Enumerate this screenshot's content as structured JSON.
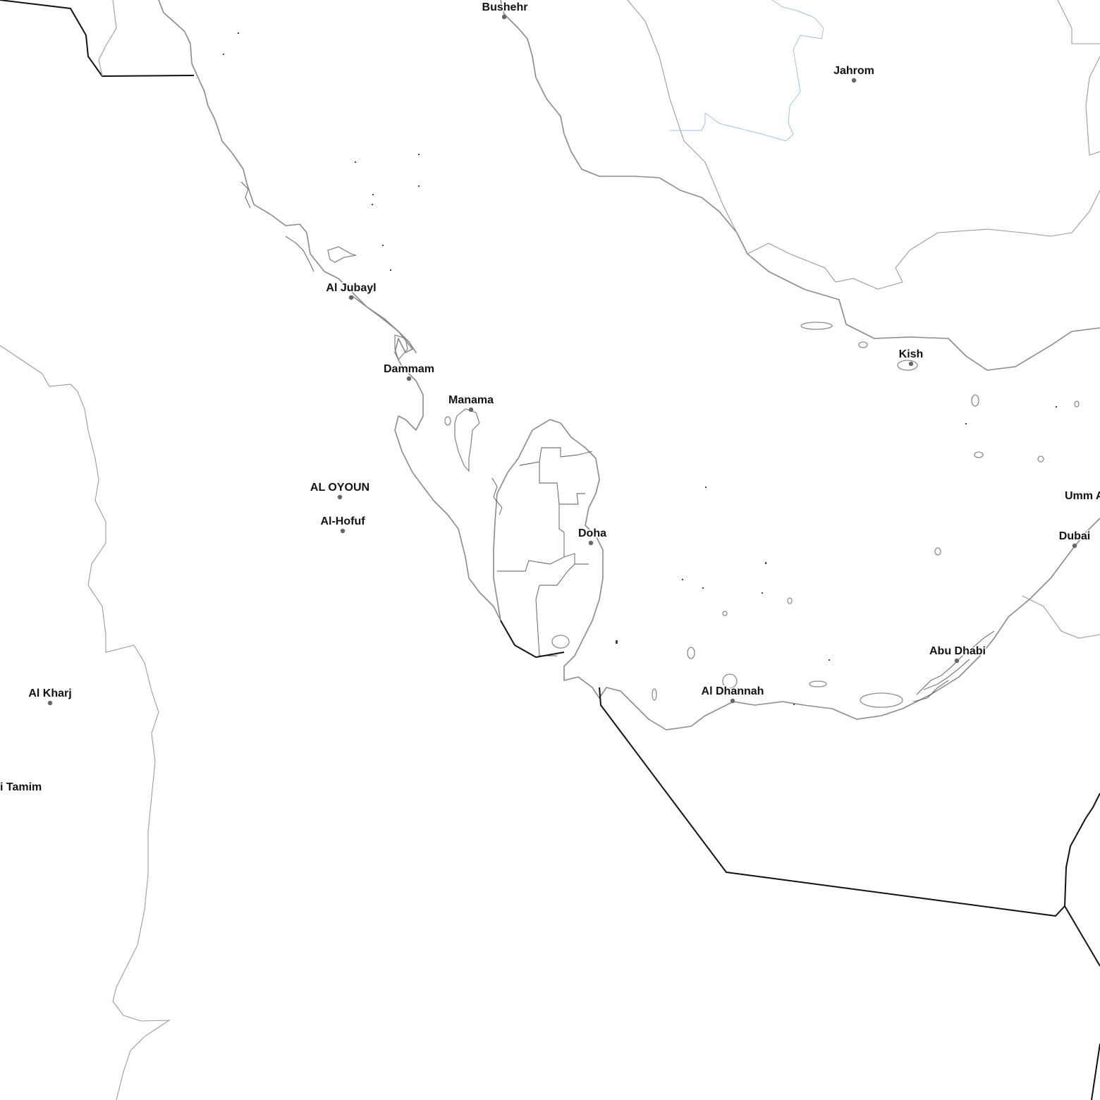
{
  "map": {
    "colors": {
      "background": "#ffffff",
      "coastline": "#8a8a8a",
      "admin_boundary": "#9a9a9a",
      "international_boundary": "#111111",
      "river": "#9ec2dc",
      "city_dot": "#666666",
      "label": "#111111"
    },
    "cities": [
      {
        "id": "bushehr",
        "name": "Bushehr"
      },
      {
        "id": "jahrom",
        "name": "Jahrom"
      },
      {
        "id": "al-jubayl",
        "name": "Al Jubayl"
      },
      {
        "id": "dammam",
        "name": "Dammam"
      },
      {
        "id": "manama",
        "name": "Manama"
      },
      {
        "id": "kish",
        "name": "Kish"
      },
      {
        "id": "al-oyoun",
        "name": "AL OYOUN"
      },
      {
        "id": "al-hofuf",
        "name": "Al-Hofuf"
      },
      {
        "id": "doha",
        "name": "Doha"
      },
      {
        "id": "umm-al",
        "name": "Umm A"
      },
      {
        "id": "dubai",
        "name": "Dubai"
      },
      {
        "id": "abu-dhabi",
        "name": "Abu Dhabi"
      },
      {
        "id": "al-dhannah",
        "name": "Al Dhannah"
      },
      {
        "id": "al-kharj",
        "name": "Al Kharj"
      },
      {
        "id": "bani-tamim",
        "name": "i Tamim"
      }
    ]
  }
}
